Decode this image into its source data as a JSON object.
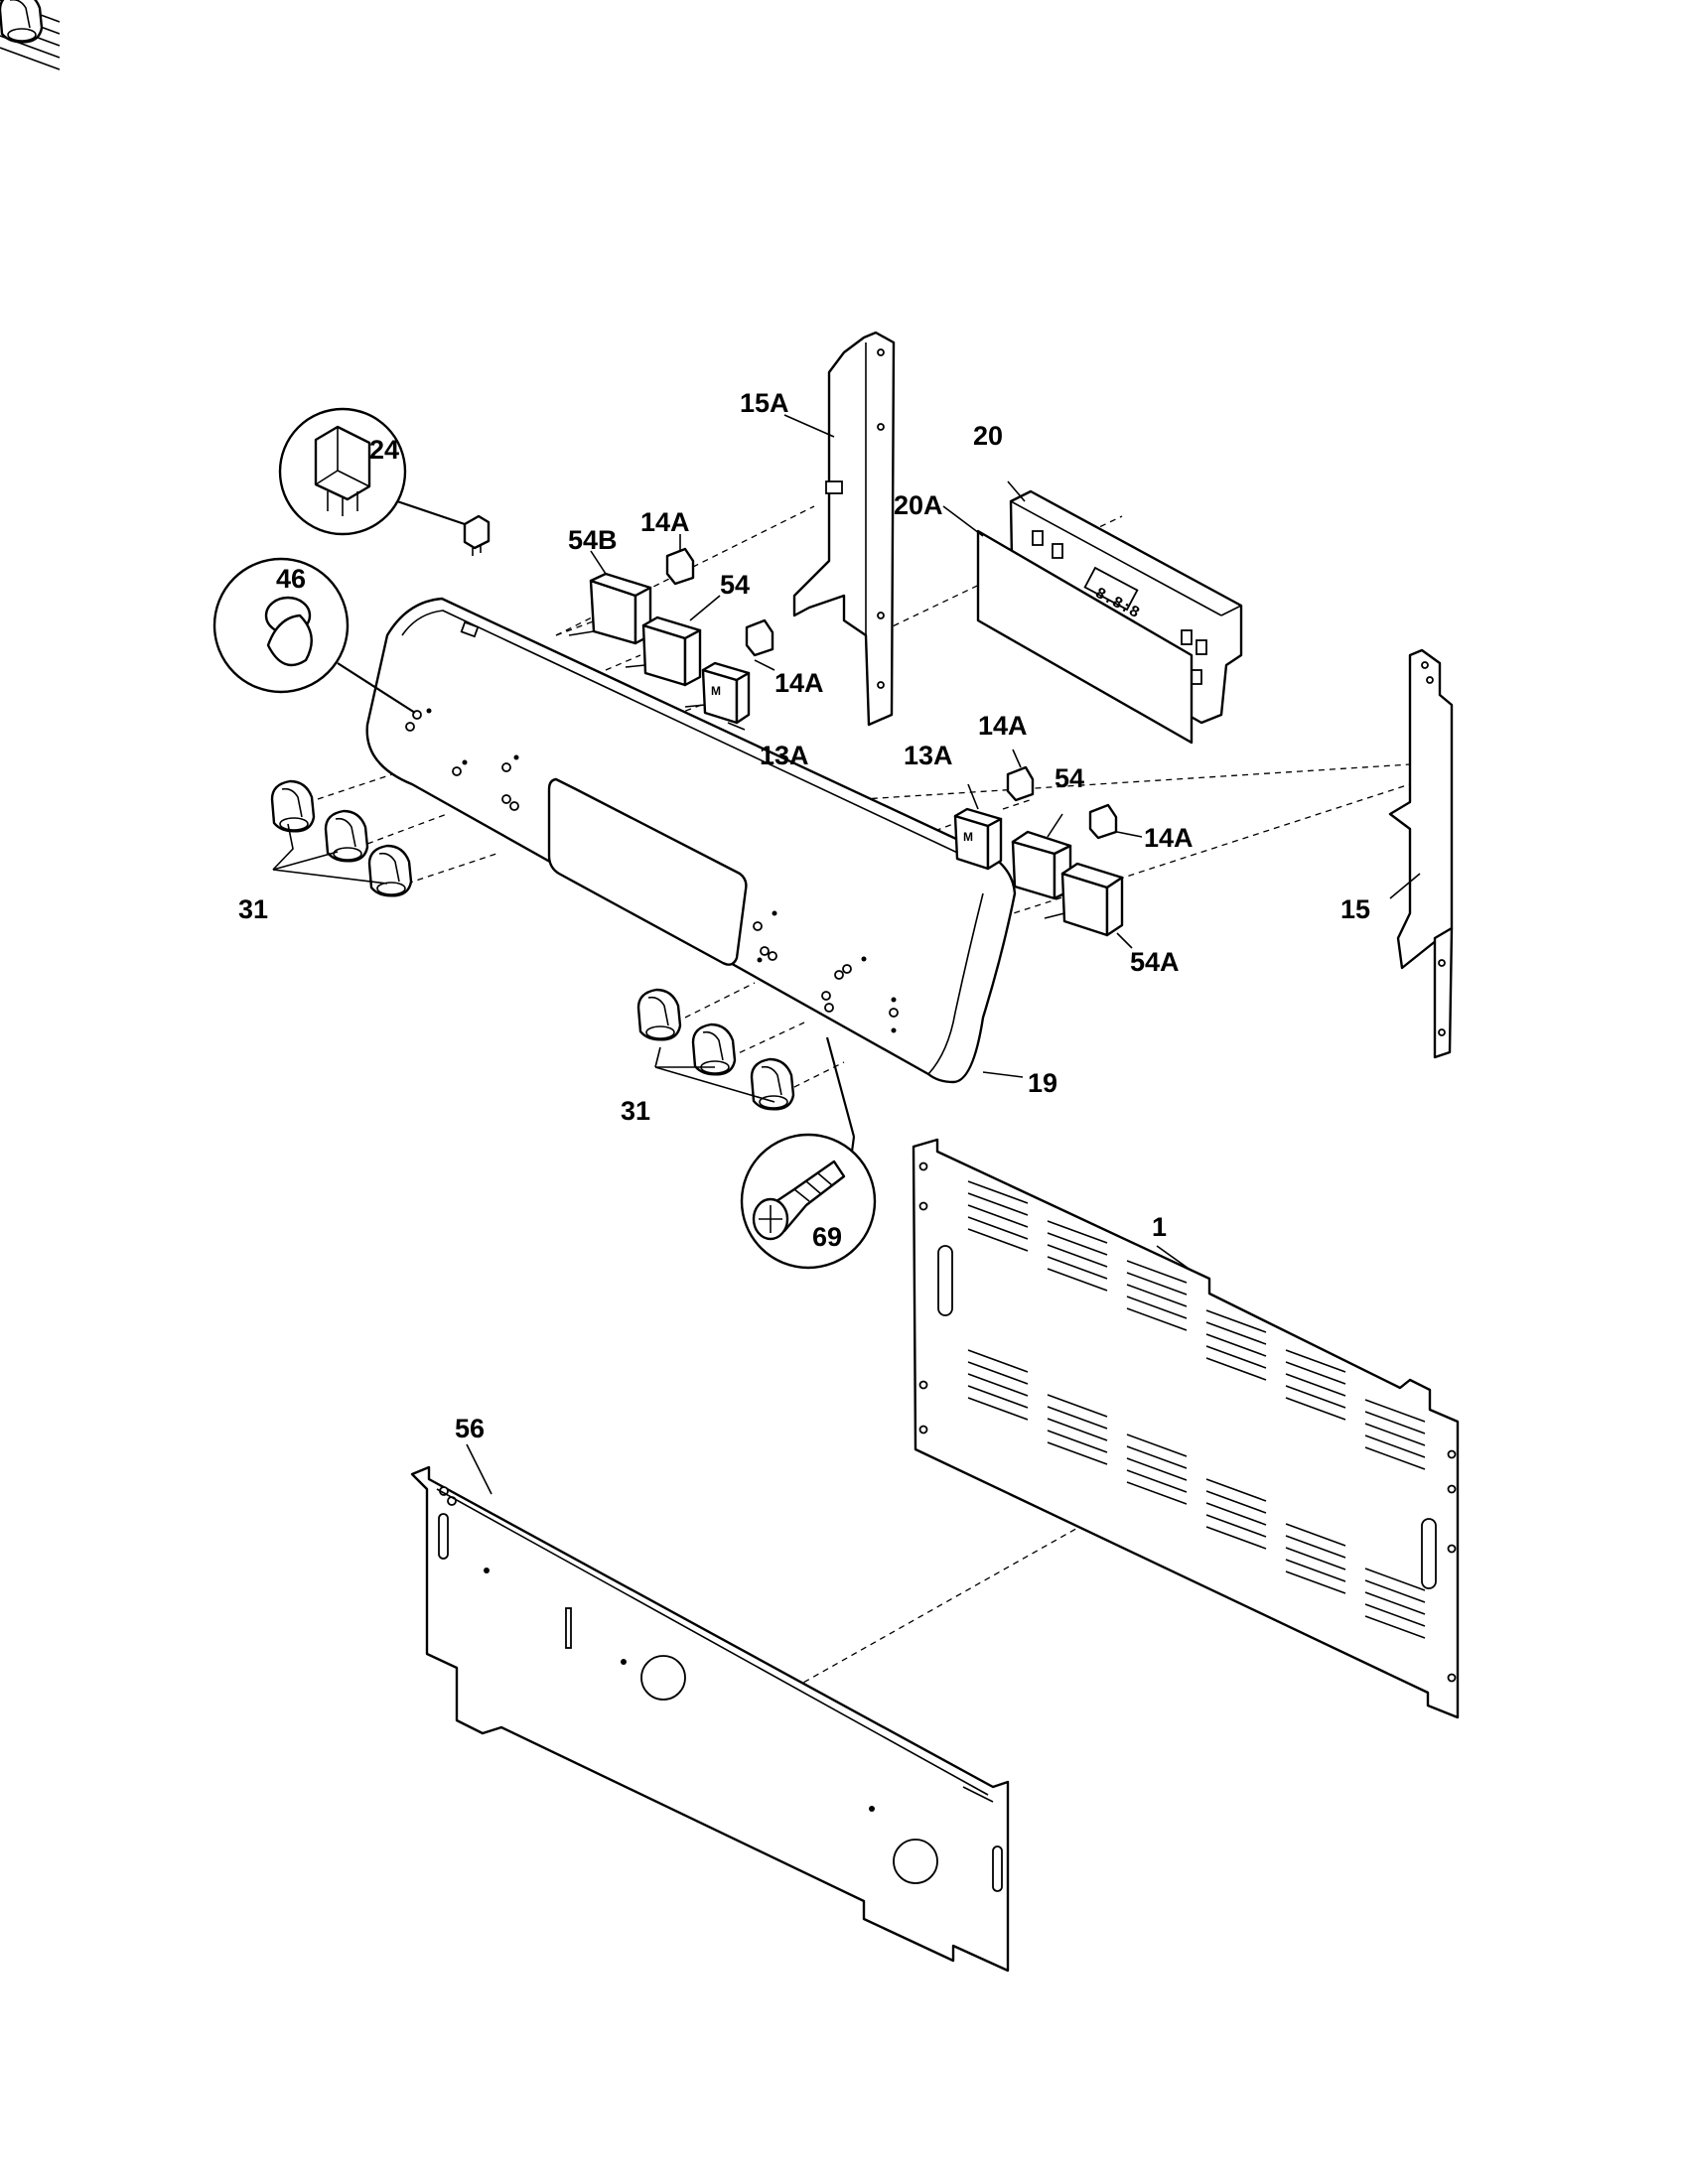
{
  "callouts": {
    "c15A": "15A",
    "c20": "20",
    "c20A": "20A",
    "c24": "24",
    "c46": "46",
    "c54B": "54B",
    "c14A_top": "14A",
    "c54_top": "54",
    "c14A_mid": "14A",
    "c13A_left": "13A",
    "c14A_right_top": "14A",
    "c13A_right": "13A",
    "c54_right": "54",
    "c14A_right": "14A",
    "c54A": "54A",
    "c15": "15",
    "c31_left": "31",
    "c31_right": "31",
    "c19": "19",
    "c69": "69",
    "c1": "1",
    "c56": "56"
  }
}
